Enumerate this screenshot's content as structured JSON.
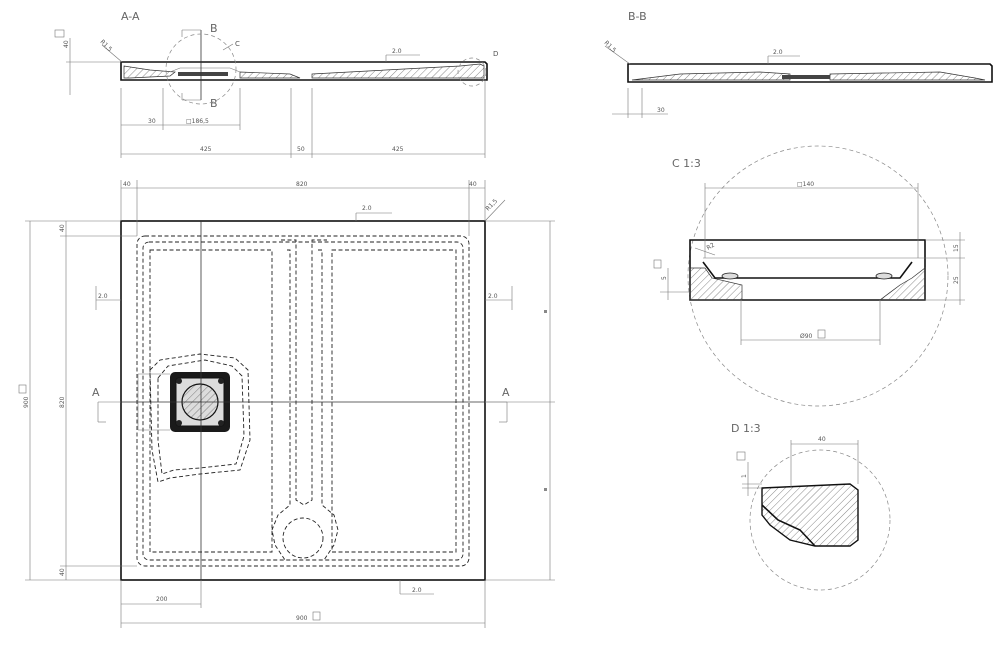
{
  "views": {
    "aa_title": "A-A",
    "bb_title": "B-B",
    "c_title": "C 1:3",
    "d_title": "D 1:3"
  },
  "section_aa": {
    "marker_b_top": "B",
    "marker_b_bottom": "B",
    "detail_c": "C",
    "detail_d": "D",
    "dim_40": "40",
    "radius": "R1,5",
    "slope": "2.0",
    "dim_30": "30",
    "dim_drain": "□186,5",
    "dim_425_left": "425",
    "dim_50": "50",
    "dim_425_right": "425"
  },
  "section_bb": {
    "radius": "R1,5",
    "slope": "2.0",
    "dim_30": "30"
  },
  "plan": {
    "dim_40_left": "40",
    "dim_820_top": "820",
    "dim_40_right": "40",
    "slope_top": "2.0",
    "radius": "R1,5",
    "dim_40_side": "40",
    "slope_left": "2.0",
    "slope_right": "2.0",
    "dim_820_side": "820",
    "dim_900_side": "900",
    "marker_a_left": "A",
    "marker_a_right": "A",
    "dim_40_bottom": "40",
    "slope_bottom": "2.0",
    "dim_200": "200",
    "dim_900_bottom": "900"
  },
  "detail_c": {
    "dim_140": "□140",
    "radius": "R2",
    "dim_15": "15",
    "dim_25": "25",
    "dim_5": "5",
    "dim_90": "Ø90"
  },
  "detail_d": {
    "dim_40": "40",
    "dim_1": "1"
  }
}
